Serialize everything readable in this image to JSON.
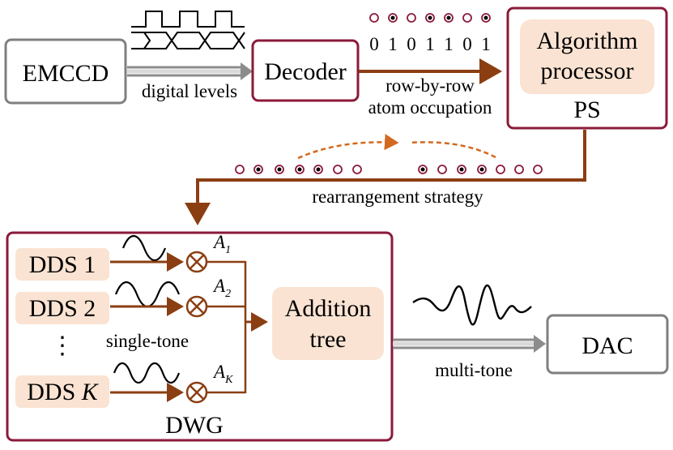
{
  "emccd": "EMCCD",
  "decoder": "Decoder",
  "digital_levels": "digital levels",
  "algorithm_line1": "Algorithm",
  "algorithm_line2": "processor",
  "ps": "PS",
  "bits": [
    "0",
    "1",
    "0",
    "1",
    "1",
    "0",
    "1"
  ],
  "row_by_row": "row-by-row",
  "atom_occupation": "atom occupation",
  "rearrangement_strategy": "rearrangement strategy",
  "dds1": "DDS 1",
  "dds2": "DDS 2",
  "dds_k_prefix": "DDS",
  "dds_k_suffix": "K",
  "dots": "⋮",
  "single_tone": "single-tone",
  "a_letter": "A",
  "a1_sub": "1",
  "a2_sub": "2",
  "ak_sub": "K",
  "addition_line1": "Addition",
  "addition_line2": "tree",
  "dwg": "DWG",
  "multi_tone": "multi-tone",
  "dac": "DAC",
  "colors": {
    "box_border_gray": "#7f7f7f",
    "box_border_maroon": "#8b1a3a",
    "arrow_brown": "#8b3e12",
    "dashed_orange": "#d2691e",
    "fill_peach": "#fae3d2"
  }
}
